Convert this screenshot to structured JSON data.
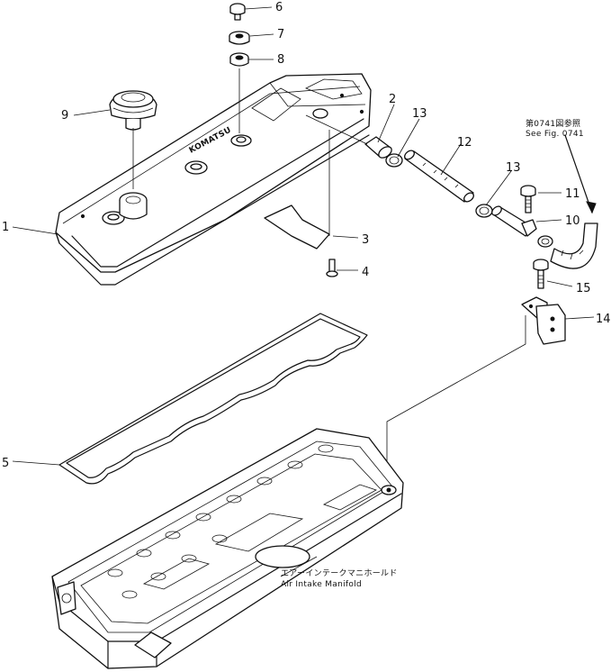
{
  "diagram": {
    "callouts": {
      "c1": "1",
      "c2": "2",
      "c3": "3",
      "c4": "4",
      "c5": "5",
      "c6": "6",
      "c7": "7",
      "c8": "8",
      "c9": "9",
      "c10": "10",
      "c11": "11",
      "c12": "12",
      "c13a": "13",
      "c13b": "13",
      "c14": "14",
      "c15": "15"
    },
    "cover_text": "KOMATSU",
    "see_figure": {
      "japanese": "第0741図参照",
      "english": "See Fig. 0741"
    },
    "manifold_label": {
      "japanese": "エアーインテークマニホールド",
      "english": "Air Intake Manifold"
    }
  }
}
